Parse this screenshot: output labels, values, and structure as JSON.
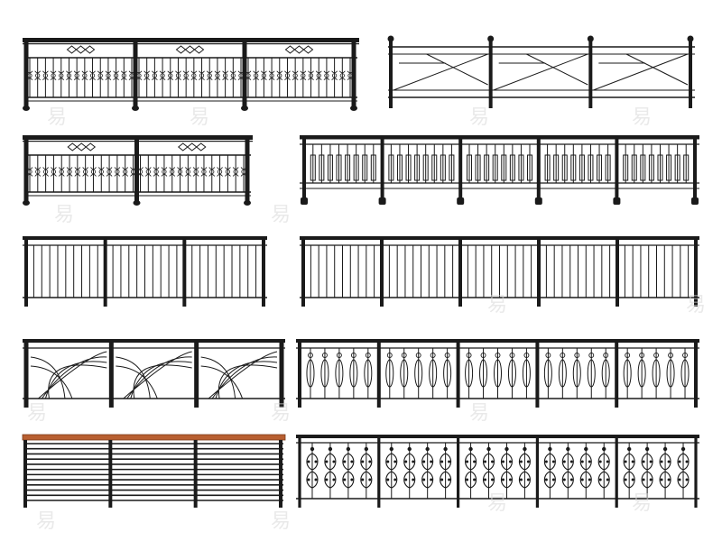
{
  "colors": {
    "iron": "#1a1a1a",
    "wood_top": "#b85f31",
    "wood_edge": "#7a3a1a",
    "background": "#ffffff",
    "watermark": "#d8d8d8"
  },
  "watermark_glyph": "易",
  "railings": [
    {
      "id": "ornate-diamond-railing-long",
      "style": "ornate-diamond",
      "posts": 4
    },
    {
      "id": "cross-x-fence",
      "style": "cross-x",
      "posts": 4
    },
    {
      "id": "ornate-diamond-railing-short",
      "style": "ornate-diamond",
      "posts": 3
    },
    {
      "id": "baluster-block-railing",
      "style": "block-baluster",
      "posts": 6
    },
    {
      "id": "vertical-bar-railing-short",
      "style": "vertical-bars",
      "posts": 4
    },
    {
      "id": "vertical-bar-railing-long",
      "style": "vertical-bars",
      "posts": 6
    },
    {
      "id": "arc-curve-railing",
      "style": "arcs",
      "posts": 4
    },
    {
      "id": "oval-baluster-railing",
      "style": "ovals",
      "posts": 6
    },
    {
      "id": "wood-top-horizontal-railing",
      "style": "horizontal-bars",
      "posts": 4
    },
    {
      "id": "scroll-baluster-railing",
      "style": "scrolls",
      "posts": 6
    }
  ]
}
